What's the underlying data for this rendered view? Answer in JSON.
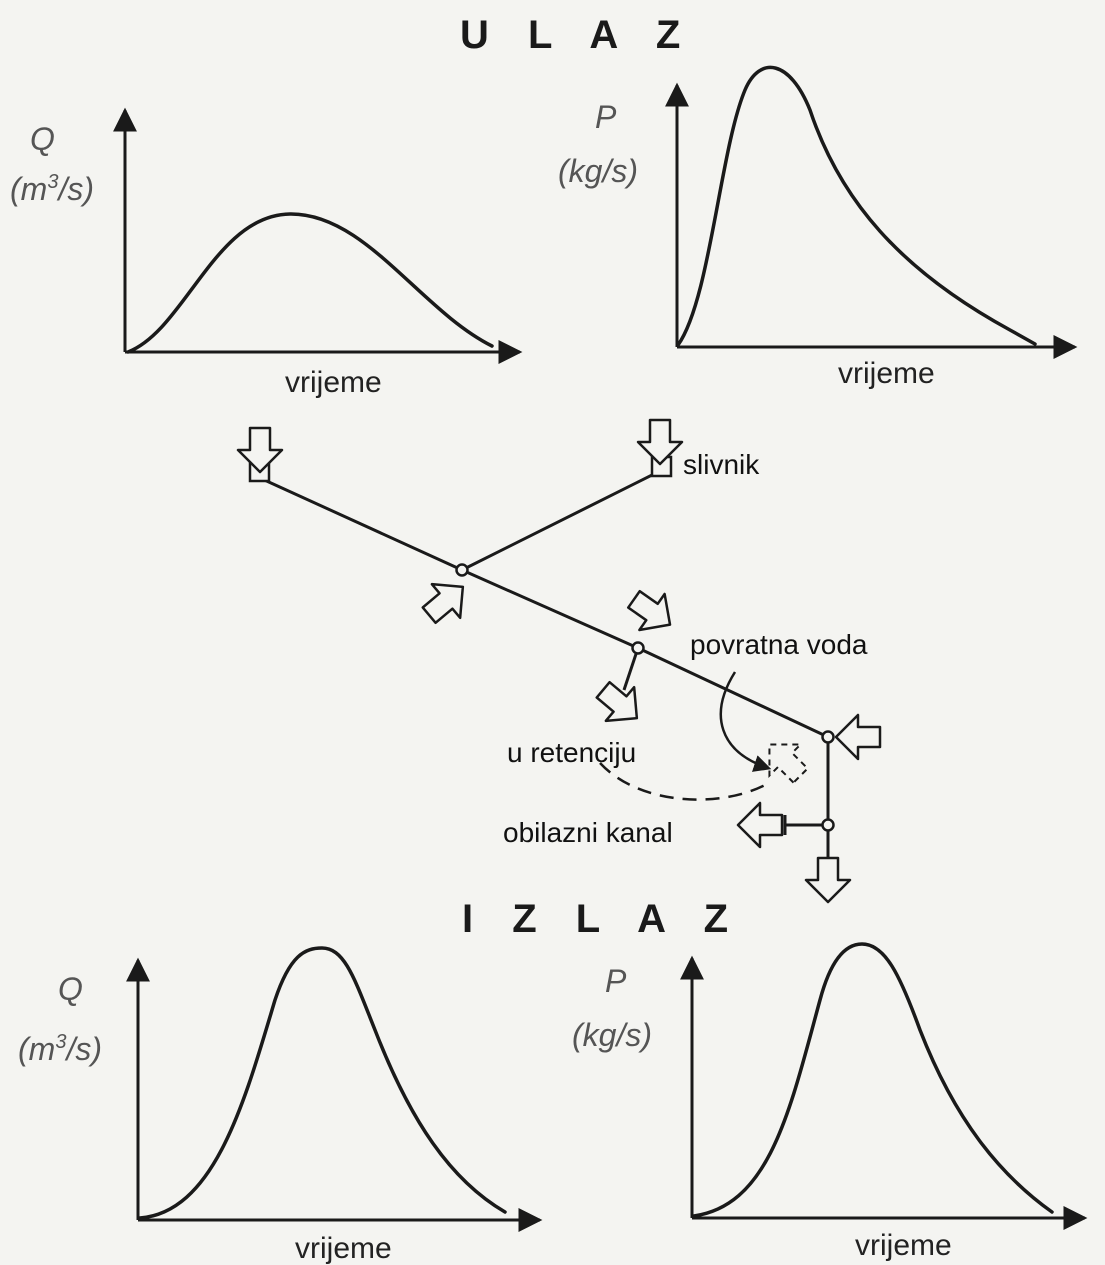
{
  "headings": {
    "input": "U L A Z",
    "output": "I Z L A Z"
  },
  "axes": {
    "q_symbol": "Q",
    "q_unit_prefix": "(m",
    "q_unit_exp": "3",
    "q_unit_suffix": "/s)",
    "p_symbol": "P",
    "p_unit": "(kg/s)",
    "time": "vrijeme"
  },
  "labels": {
    "gully": "slivnik",
    "backflow": "povratna voda",
    "to_retention": "u retenciju",
    "bypass": "obilazni kanal"
  },
  "chart_data": [
    {
      "type": "line",
      "title": "U L A Z",
      "ylabel": "Q (m3/s)",
      "xlabel": "vrijeme",
      "shape": "symmetric-bell",
      "peak_at": 0.45
    },
    {
      "type": "line",
      "title": "U L A Z",
      "ylabel": "P (kg/s)",
      "xlabel": "vrijeme",
      "shape": "early-peak-long-tail",
      "peak_at": 0.25
    },
    {
      "type": "line",
      "title": "I Z L A Z",
      "ylabel": "Q (m3/s)",
      "xlabel": "vrijeme",
      "shape": "narrow-bell",
      "peak_at": 0.5
    },
    {
      "type": "line",
      "title": "I Z L A Z",
      "ylabel": "P (kg/s)",
      "xlabel": "vrijeme",
      "shape": "narrow-bell",
      "peak_at": 0.45
    }
  ]
}
